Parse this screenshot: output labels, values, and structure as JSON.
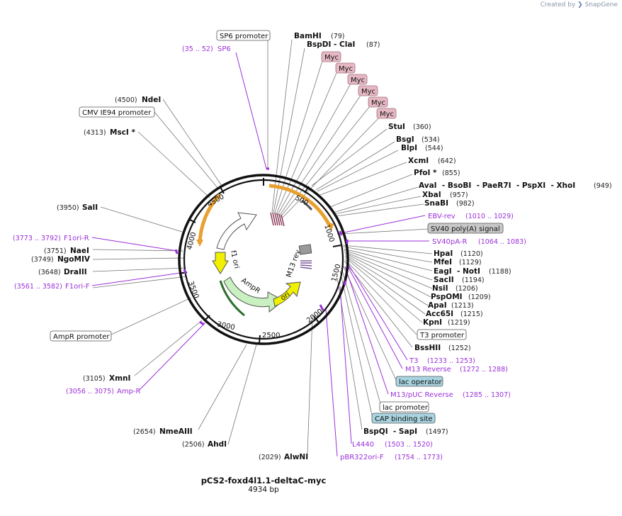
{
  "brand": {
    "created_by": "Created by",
    "name": "SnapGene"
  },
  "plasmid": {
    "name": "pCS2-foxd4l1.1-deltaC-myc",
    "size": "4934 bp"
  },
  "ticks": [
    "500",
    "1000",
    "1500",
    "2000",
    "2500",
    "3000",
    "3500",
    "4000",
    "4500"
  ],
  "features_on_map": [
    "M13 rev",
    "f1 ori",
    "AmpR",
    "ori"
  ],
  "right_enzymes": [
    {
      "name": "BamHI",
      "pos": "(79)"
    },
    {
      "name": "BspDI  - ClaI",
      "pos": "(87)"
    },
    {
      "name": "StuI",
      "pos": "(360)"
    },
    {
      "name": "BsgI",
      "pos": "(534)"
    },
    {
      "name": "BlpI",
      "pos": "(544)"
    },
    {
      "name": "XcmI",
      "pos": "(642)"
    },
    {
      "name": "PfoI *",
      "pos": "(855)"
    },
    {
      "name": "AvaI  - BsoBI  - PaeR7I  - PspXI  - XhoI",
      "pos": "(949)"
    },
    {
      "name": "XbaI",
      "pos": "(957)"
    },
    {
      "name": "SnaBI",
      "pos": "(982)"
    },
    {
      "name": "HpaI",
      "pos": "(1120)"
    },
    {
      "name": "MfeI",
      "pos": "(1129)"
    },
    {
      "name": "EagI  - NotI",
      "pos": "(1188)"
    },
    {
      "name": "SacII",
      "pos": "(1194)"
    },
    {
      "name": "NsiI",
      "pos": "(1206)"
    },
    {
      "name": "PspOMI",
      "pos": "(1209)"
    },
    {
      "name": "ApaI",
      "pos": "(1213)"
    },
    {
      "name": "Acc65I",
      "pos": "(1215)"
    },
    {
      "name": "KpnI",
      "pos": "(1219)"
    },
    {
      "name": "BssHII",
      "pos": "(1252)"
    },
    {
      "name": "BspQI  - SapI",
      "pos": "(1497)"
    }
  ],
  "myc_tags": [
    "Myc",
    "Myc",
    "Myc",
    "Myc",
    "Myc",
    "Myc"
  ],
  "right_purple": [
    {
      "name": "EBV-rev",
      "pos": "(1010 .. 1029)"
    },
    {
      "name": "SV40pA-R",
      "pos": "(1064 .. 1083)"
    },
    {
      "name": "T3",
      "pos": "(1233 .. 1253)"
    },
    {
      "name": "M13 Reverse",
      "pos": "(1272 .. 1288)"
    },
    {
      "name": "M13/pUC Reverse",
      "pos": "(1285 .. 1307)"
    },
    {
      "name": "L4440",
      "pos": "(1503 .. 1520)"
    },
    {
      "name": "pBR322ori-F",
      "pos": "(1754 .. 1773)"
    }
  ],
  "right_boxes": {
    "sv40": "SV40 poly(A) signal",
    "t3": "T3 promoter",
    "lac_operator": "lac operator",
    "lac_promoter": "lac promoter",
    "cap": "CAP binding site"
  },
  "bottom_enzymes": [
    {
      "name": "AlwNI",
      "pos": "(2029)"
    },
    {
      "name": "AhdI",
      "pos": "(2506)"
    },
    {
      "name": "NmeAIII",
      "pos": "(2654)"
    },
    {
      "name": "XmnI",
      "pos": "(3105)"
    }
  ],
  "left_enzymes": [
    {
      "name": "NdeI",
      "pos": "(4500)"
    },
    {
      "name": "MscI *",
      "pos": "(4313)"
    },
    {
      "name": "SalI",
      "pos": "(3950)"
    },
    {
      "name": "NaeI",
      "pos": "(3751)"
    },
    {
      "name": "NgoMIV",
      "pos": "(3749)"
    },
    {
      "name": "DraIII",
      "pos": "(3648)"
    }
  ],
  "left_purple": [
    {
      "name": "F1ori-R",
      "pos": "(3773 .. 3792)"
    },
    {
      "name": "F1ori-F",
      "pos": "(3561 .. 3582)"
    },
    {
      "name": "Amp-R",
      "pos": "(3056 .. 3075)"
    },
    {
      "name": "SP6",
      "pos": "(35 .. 52)"
    }
  ],
  "left_boxes": {
    "sp6_promoter": "SP6 promoter",
    "cmv": "CMV IE94 promoter",
    "ampr_promoter": "AmpR promoter"
  },
  "colors": {
    "purple": "#9b30d9",
    "myc": "#e6b8c4",
    "sv40": "#c8c8c8",
    "lac": "#a8d4e0",
    "orange": "#e8a030",
    "ampr": "#c8f0c0",
    "ori": "#f0f000"
  }
}
